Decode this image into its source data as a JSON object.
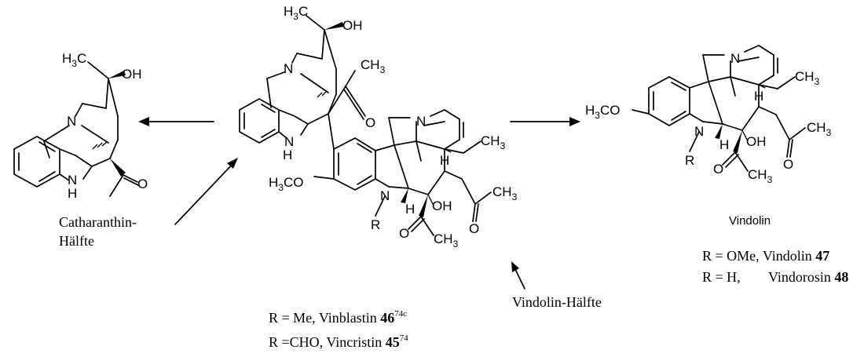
{
  "labels": {
    "ch3": "H",
    "ch3_c": "C",
    "ch3_3": "3",
    "oh": "OH",
    "n": "N",
    "h": "H",
    "nh_n": "N",
    "ome": "H",
    "ome_3": "3",
    "ome_co": "CO",
    "r": "R",
    "ch3_right": "CH",
    "o": "O"
  },
  "captions": {
    "catharanthin_1": "Catharanthin-",
    "catharanthin_2": "Hälfte",
    "vindolin_half": "Vindolin-Hälfte",
    "vindolin_title": "Vindolin",
    "vinblastin_prefix": "R = Me, Vinblastin ",
    "vinblastin_num": "46",
    "vinblastin_ref": "74c",
    "vincristin_prefix": "R =CHO, Vincristin ",
    "vincristin_num": "45",
    "vincristin_ref": "74",
    "vindolin47_prefix": "R = OMe, Vindolin ",
    "vindolin47_num": "47",
    "vindorosin_prefix": "R = H,",
    "vindorosin_name": "Vindorosin ",
    "vindorosin_num": "48"
  }
}
